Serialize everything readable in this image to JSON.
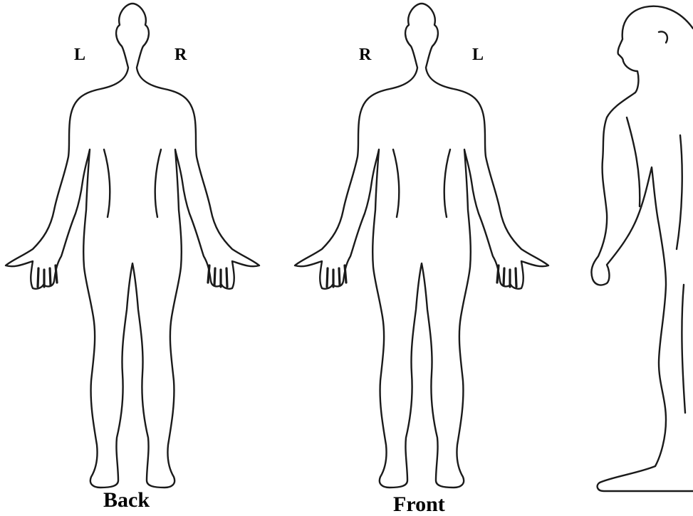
{
  "colors": {
    "background": "#ffffff",
    "outline": "#1a1a1a",
    "text": "#000000"
  },
  "views": [
    {
      "id": "back",
      "caption": "Back",
      "left_side_label": "L",
      "right_side_label": "R"
    },
    {
      "id": "front",
      "caption": "Front",
      "left_side_label": "R",
      "right_side_label": "L"
    },
    {
      "id": "side",
      "caption": ""
    }
  ]
}
